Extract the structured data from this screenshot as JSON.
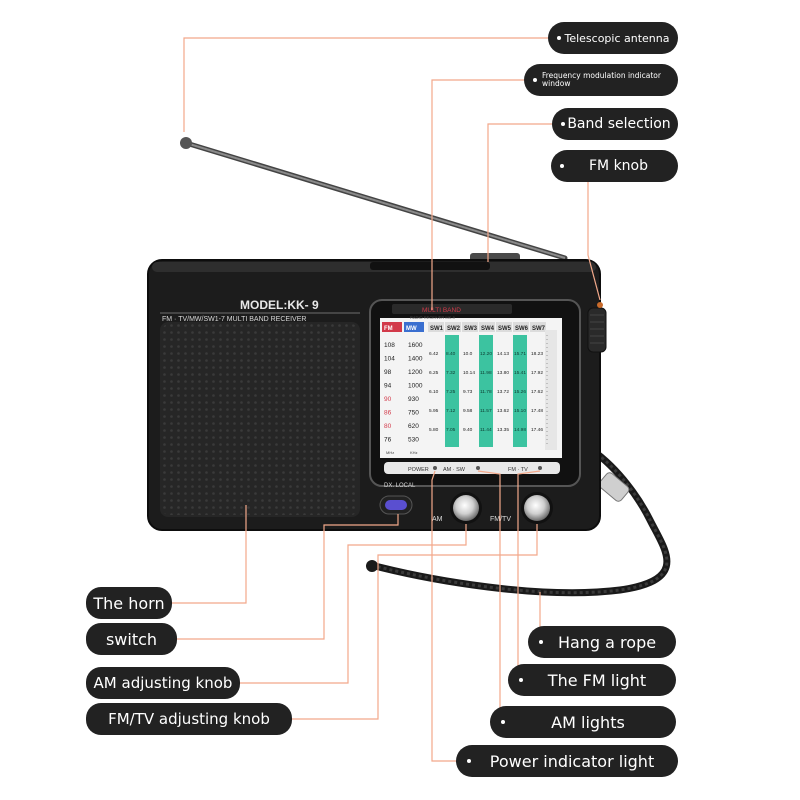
{
  "radio": {
    "model": "MODEL:KK- 9",
    "subtitle": "FM · TV/MW/SW1-7 MULTI BAND RECEIVER",
    "multiband": "MULTI BAND",
    "dial_header": "RADIO RECEIVER MK-9",
    "band_headers": [
      "FM",
      "MW",
      "SW1",
      "SW2",
      "SW3",
      "SW4",
      "SW5",
      "SW6",
      "SW7"
    ],
    "fm_scale": [
      "108",
      "104",
      "98",
      "94",
      "90",
      "86",
      "80",
      "76"
    ],
    "mw_scale": [
      "1600",
      "1400",
      "1200",
      "1000",
      "930",
      "750",
      "620",
      "530"
    ],
    "sw_columns": [
      [
        "6.42",
        "6.25",
        "6.10",
        "5.95",
        "5.80"
      ],
      [
        "8.40",
        "7.32",
        "7.25",
        "7.12",
        "7.05"
      ],
      [
        "10.0",
        "10.14",
        "9.73",
        "9.58",
        "9.40"
      ],
      [
        "12.20",
        "11.98",
        "11.78",
        "11.57",
        "11.44"
      ],
      [
        "14.13",
        "13.80",
        "13.72",
        "13.62",
        "13.35"
      ],
      [
        "15.71",
        "15.41",
        "15.26",
        "15.10",
        "14.98"
      ],
      [
        "18.23",
        "17.92",
        "17.62",
        "17.48",
        "17.46"
      ]
    ],
    "fm_unit": "MHz",
    "mw_unit": "KHz",
    "indicator_labels": [
      "POWER",
      "AM · SW",
      "FM · TV"
    ],
    "switch_label": "DX. LOCAL",
    "am_knob_label": "AM",
    "fm_knob_label": "FM/TV"
  },
  "callouts": {
    "telescopic_antenna": "Telescopic antenna",
    "frequency_window": "Frequency modulation indicator window",
    "band_selection": "Band selection",
    "fm_knob": "FM knob",
    "the_horn": "The horn",
    "switch": "switch",
    "am_adjusting_knob": "AM adjusting knob",
    "fmtv_adjusting_knob": "FM/TV adjusting knob",
    "hang_a_rope": "Hang a rope",
    "the_fm_light": "The FM light",
    "am_lights": "AM lights",
    "power_indicator_light": "Power indicator light"
  },
  "colors": {
    "leader_line": "#f2a88a",
    "pill_bg": "#222222",
    "pill_text": "#ffffff",
    "radio_body": "#1e1e1e",
    "dial_green": "#3cc3a0",
    "dial_red": "#d23a4a",
    "switch_purple": "#5a4fd0"
  }
}
